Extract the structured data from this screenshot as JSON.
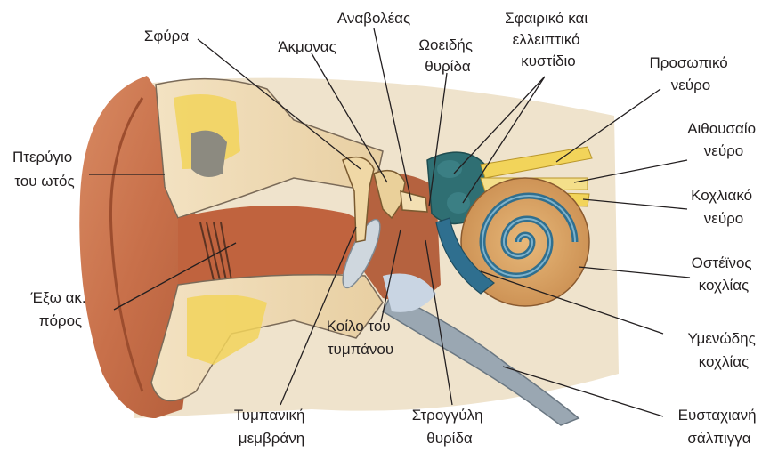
{
  "labels": {
    "pinna": [
      "Πτερύγιο",
      "του ωτός"
    ],
    "malleus": [
      "Σφύρα"
    ],
    "incus": [
      "Άκμονας"
    ],
    "stapes": [
      "Αναβολέας"
    ],
    "oval_window": [
      "Ωοειδής",
      "θυρίδα"
    ],
    "saccule_utricle": [
      "Σφαιρικό και",
      "ελλειπτικό",
      "κυστίδιο"
    ],
    "facial_nerve": [
      "Προσωπικό",
      "νεύρο"
    ],
    "vestibular_nerve": [
      "Αιθουσαίο",
      "νεύρο"
    ],
    "cochlear_nerve": [
      "Κοχλιακό",
      "νεύρο"
    ],
    "bony_cochlea": [
      "Οστέϊνος",
      "κοχλίας"
    ],
    "membranous_cochlea": [
      "Υμενώδης",
      "κοχλίας"
    ],
    "ear_canal": [
      "Έξω ακ.",
      "πόρος"
    ],
    "tympanic_cavity": [
      "Κοίλο του",
      "τυμπάνου"
    ],
    "tympanic_membrane": [
      "Τυμπανική",
      "μεμβράνη"
    ],
    "round_window": [
      "Στρογγύλη",
      "θυρίδα"
    ],
    "eustachian_tube": [
      "Ευσταχιανή",
      "σάλπιγγα"
    ]
  }
}
